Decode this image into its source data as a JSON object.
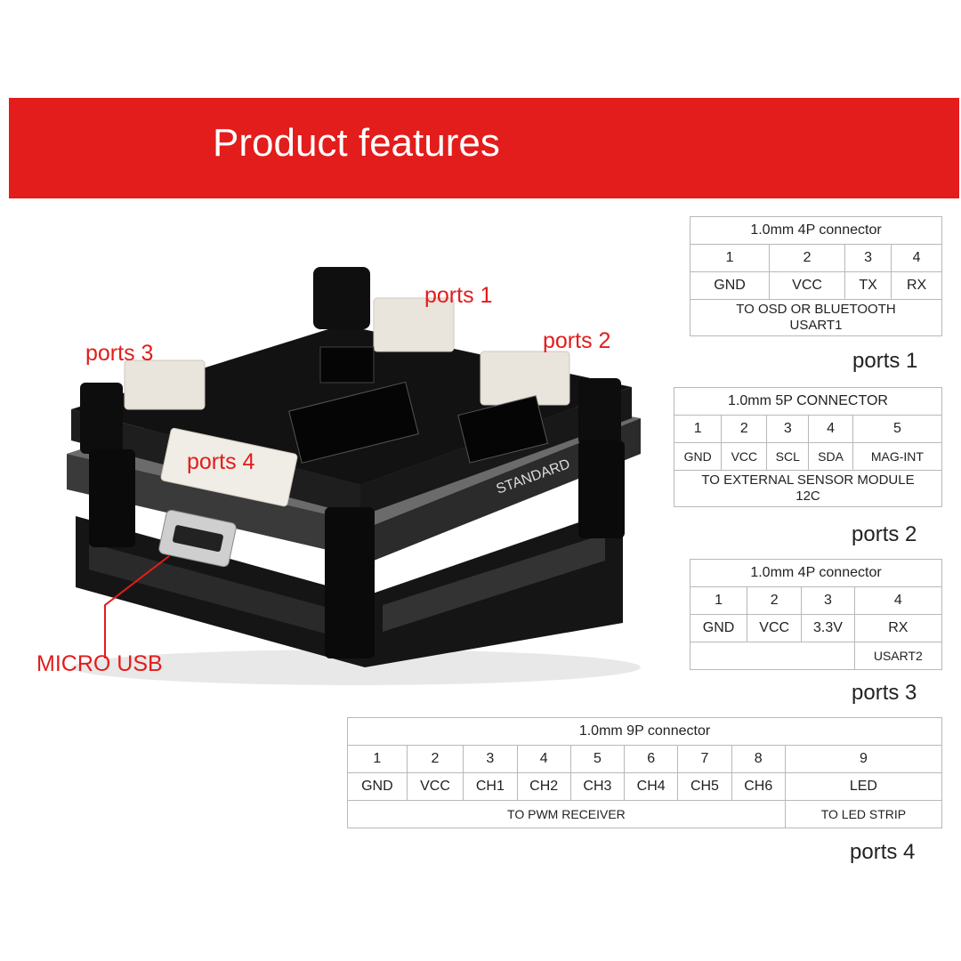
{
  "banner": {
    "title": "Product features"
  },
  "photo_labels": {
    "ports_1": "ports 1",
    "ports_2": "ports 2",
    "ports_3": "ports 3",
    "ports_4": "ports 4",
    "micro_usb": "MICRO USB",
    "board_text": "STANDARD"
  },
  "colors": {
    "accent": "#e31c1c",
    "board": "#1a1a1a"
  },
  "tables": {
    "ports1": {
      "header": "1.0mm 4P connector",
      "numbers": [
        "1",
        "2",
        "3",
        "4"
      ],
      "pins": [
        "GND",
        "VCC",
        "TX",
        "RX"
      ],
      "note_line1": "TO OSD OR BLUETOOTH",
      "note_line2": "USART1",
      "caption": "ports 1"
    },
    "ports2": {
      "header": "1.0mm 5P CONNECTOR",
      "numbers": [
        "1",
        "2",
        "3",
        "4",
        "5"
      ],
      "pins": [
        "GND",
        "VCC",
        "SCL",
        "SDA",
        "MAG-INT"
      ],
      "note_line1": "TO EXTERNAL SENSOR MODULE",
      "note_line2": "12C",
      "caption": "ports 2"
    },
    "ports3": {
      "header": "1.0mm 4P connector",
      "numbers": [
        "1",
        "2",
        "3",
        "4"
      ],
      "pins": [
        "GND",
        "VCC",
        "3.3V",
        "RX"
      ],
      "note": "USART2",
      "caption": "ports 3"
    },
    "ports4": {
      "header": "1.0mm 9P connector",
      "numbers": [
        "1",
        "2",
        "3",
        "4",
        "5",
        "6",
        "7",
        "8",
        "9"
      ],
      "pins": [
        "GND",
        "VCC",
        "CH1",
        "CH2",
        "CH3",
        "CH4",
        "CH5",
        "CH6",
        "LED"
      ],
      "note_main": "TO PWM RECEIVER",
      "note_led": "TO LED STRIP",
      "caption": "ports 4"
    }
  }
}
